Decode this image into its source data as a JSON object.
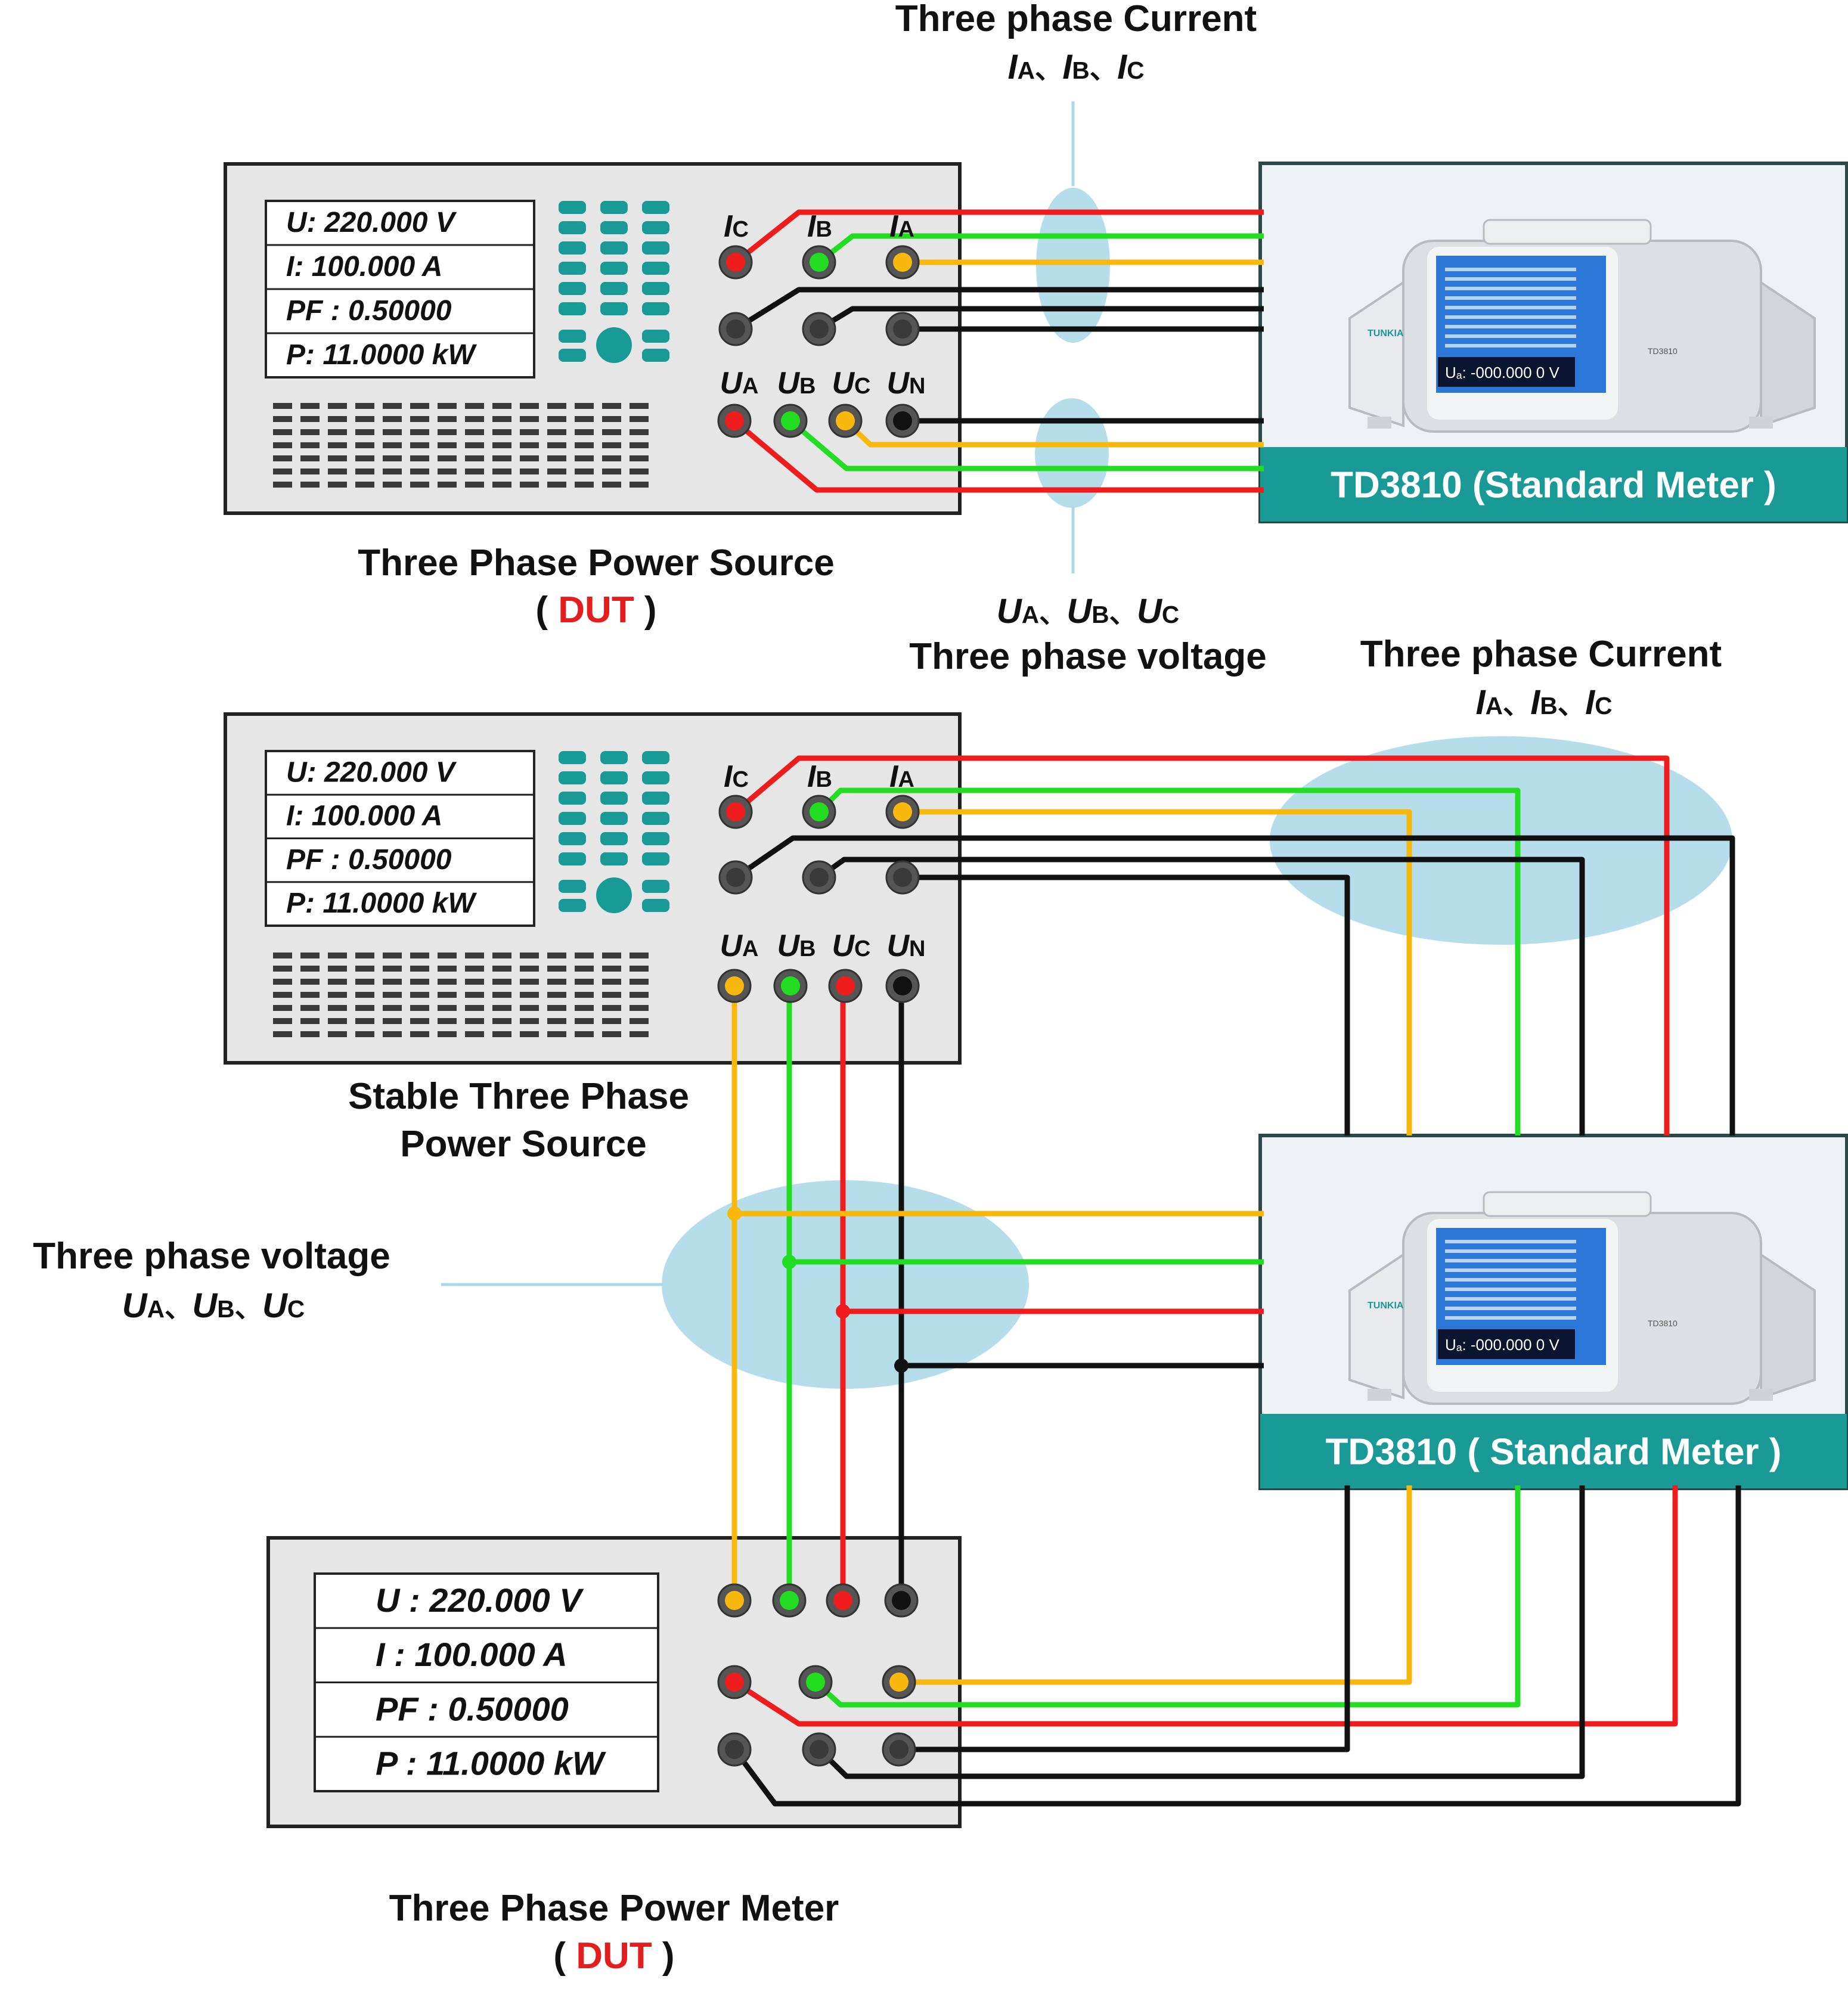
{
  "colors": {
    "red": "#ee1c1c",
    "green": "#22dd22",
    "yellow": "#f9b80e",
    "black": "#111111",
    "teal": "#1a9a96",
    "panel_bg": "#e6e6e6",
    "ellipse": "#a9d8e6",
    "meter_bg": "#eef2f6",
    "dut_red": "#e41e1e"
  },
  "top": {
    "current_title": "Three phase Current",
    "current_symbols": [
      {
        "sym": "I",
        "sub": "A",
        "sep": "、"
      },
      {
        "sym": "I",
        "sub": "B",
        "sep": "、"
      },
      {
        "sym": "I",
        "sub": "C",
        "sep": ""
      }
    ],
    "source": {
      "readings": [
        "U: 220.000 V",
        "I: 100.000 A",
        "PF : 0.50000",
        "P: 11.0000 kW"
      ],
      "current_terms": [
        {
          "sym": "I",
          "sub": "C"
        },
        {
          "sym": "I",
          "sub": "B"
        },
        {
          "sym": "I",
          "sub": "A"
        }
      ],
      "voltage_terms": [
        {
          "sym": "U",
          "sub": "A"
        },
        {
          "sym": "U",
          "sub": "B"
        },
        {
          "sym": "U",
          "sub": "C"
        },
        {
          "sym": "U",
          "sub": "N"
        }
      ],
      "caption": "Three Phase Power Source",
      "dut_open": "( ",
      "dut": "DUT",
      "dut_close": " )"
    },
    "meter": {
      "label": "TD3810 (Standard Meter )",
      "screen_value": "Uₐ: -000.000 0 V",
      "brand": "TUNKIA",
      "model": "TD3810"
    },
    "voltage_symbols": [
      {
        "sym": "U",
        "sub": "A",
        "sep": "、"
      },
      {
        "sym": "U",
        "sub": "B",
        "sep": "、"
      },
      {
        "sym": "U",
        "sub": "C",
        "sep": ""
      }
    ],
    "voltage_title": "Three phase voltage"
  },
  "bottom": {
    "current_title": "Three phase Current",
    "current_symbols": [
      {
        "sym": "I",
        "sub": "A",
        "sep": "、"
      },
      {
        "sym": "I",
        "sub": "B",
        "sep": "、"
      },
      {
        "sym": "I",
        "sub": "C",
        "sep": ""
      }
    ],
    "source": {
      "readings": [
        "U: 220.000 V",
        "I: 100.000 A",
        "PF : 0.50000",
        "P: 11.0000 kW"
      ],
      "current_terms": [
        {
          "sym": "I",
          "sub": "C"
        },
        {
          "sym": "I",
          "sub": "B"
        },
        {
          "sym": "I",
          "sub": "A"
        }
      ],
      "voltage_terms": [
        {
          "sym": "U",
          "sub": "A"
        },
        {
          "sym": "U",
          "sub": "B"
        },
        {
          "sym": "U",
          "sub": "C"
        },
        {
          "sym": "U",
          "sub": "N"
        }
      ],
      "caption_line1": "Stable Three Phase",
      "caption_line2": "Power Source"
    },
    "voltage_title": "Three phase voltage",
    "voltage_symbols": [
      {
        "sym": "U",
        "sub": "A",
        "sep": "、"
      },
      {
        "sym": "U",
        "sub": "B",
        "sep": "、"
      },
      {
        "sym": "U",
        "sub": "C",
        "sep": ""
      }
    ],
    "meter": {
      "label": "TD3810 ( Standard Meter )",
      "screen_value": "Uₐ: -000.000 0 V",
      "brand": "TUNKIA",
      "model": "TD3810"
    },
    "power_meter": {
      "readings": [
        "U : 220.000 V",
        "I : 100.000 A",
        "PF : 0.50000",
        "P : 11.0000 kW"
      ],
      "caption": "Three Phase Power Meter",
      "dut_open": "( ",
      "dut": "DUT",
      "dut_close": " )"
    }
  }
}
